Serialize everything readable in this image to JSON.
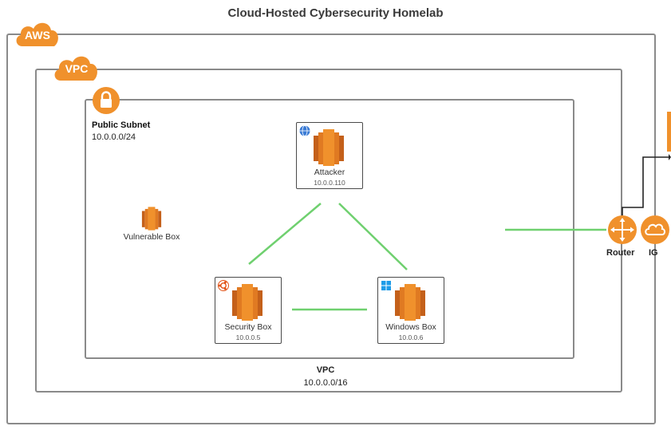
{
  "title": "Cloud-Hosted Cybersecurity Homelab",
  "aws": {
    "label": "AWS"
  },
  "vpc_badge": {
    "label": "VPC"
  },
  "subnet": {
    "label": "Public Subnet",
    "cidr": "10.0.0.0/24"
  },
  "nodes": {
    "attacker": {
      "name": "Attacker",
      "ip": "10.0.0.110",
      "os_icon": "globe-icon"
    },
    "security": {
      "name": "Security Box",
      "ip": "10.0.0.5",
      "os_icon": "ubuntu-icon"
    },
    "windows": {
      "name": "Windows Box",
      "ip": "10.0.0.6",
      "os_icon": "windows-icon"
    },
    "vulnerable": {
      "name": "Vulnerable Box"
    }
  },
  "vpc_caption": {
    "label": "VPC",
    "cidr": "10.0.0.0/16"
  },
  "router": {
    "label": "Router"
  },
  "ig": {
    "label": "IG"
  },
  "colors": {
    "orange": "#f0912c",
    "orange_dark": "#c4601a",
    "link_green": "#6fd06f",
    "border_gray": "#8a8a8a"
  }
}
